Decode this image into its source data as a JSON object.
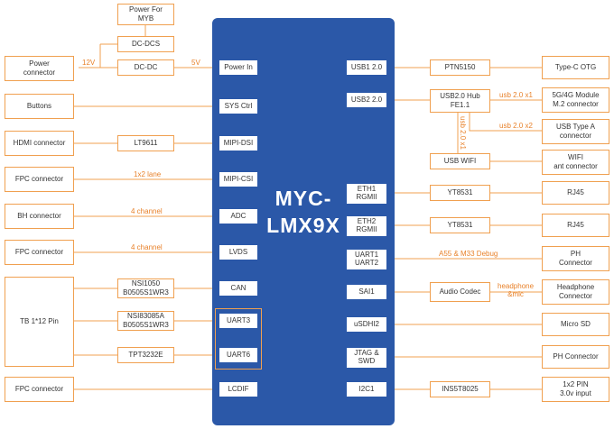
{
  "core": {
    "title": "MYC-\nLMX9X"
  },
  "left_pins": {
    "power_in": "Power In",
    "sys_ctrl": "SYS Ctrl",
    "mipi_dsi": "MIPI-DSI",
    "mipi_csi": "MIPI-CSI",
    "adc": "ADC",
    "lvds": "LVDS",
    "can": "CAN",
    "uart3": "UART3",
    "uart6": "UART6",
    "lcdif": "LCDIF"
  },
  "right_pins": {
    "usb1": "USB1 2.0",
    "usb2": "USB2 2.0",
    "eth1": "ETH1\nRGMII",
    "eth2": "ETH2\nRGMII",
    "uart12": "UART1\nUART2",
    "sai1": "SAI1",
    "usdhi2": "uSDHI2",
    "jtag": "JTAG &\nSWD",
    "i2c1": "I2C1"
  },
  "left_outer": {
    "power_connector": "Power\nconnector",
    "buttons": "Buttons",
    "hdmi": "HDMI connector",
    "fpc1": "FPC connector",
    "bh": "BH connector",
    "fpc2": "FPC connector",
    "tb": "TB 1*12 Pin",
    "fpc3": "FPC connector"
  },
  "left_mid": {
    "power_for_myb": "Power For\nMYB",
    "dc_dcs": "DC-DCS",
    "dc_dc": "DC-DC",
    "lt9611": "LT9611",
    "nsi1050": "NSI1050\nB0505S1WR3",
    "nsi83085": "NSI83085A\nB0505S1WR3",
    "tpt3232": "TPT3232E"
  },
  "right_mid": {
    "ptn5150": "PTN5150",
    "usb_hub": "USB2.0 Hub\nFE1.1",
    "usb_wifi": "USB WIFI",
    "yt8531_1": "YT8531",
    "yt8531_2": "YT8531",
    "audio_codec": "Audio Codec",
    "ins5t8025": "INS5T8025"
  },
  "right_outer": {
    "type_c": "Type-C OTG",
    "module_5g": "5G/4G Module\nM.2 connector",
    "usb_type_a": "USB Type A\nconnector",
    "wifi_ant": "WIFI\nant connector",
    "rj45_1": "RJ45",
    "rj45_2": "RJ45",
    "ph1": "PH\nConnector",
    "headphone": "Headphone\nConnector",
    "micro_sd": "Micro SD",
    "ph2": "PH Connector",
    "pin_1x2": "1x2 PIN\n3.0v input"
  },
  "labels": {
    "v12": "12V",
    "v5": "5V",
    "lane": "1x2 lane",
    "ch4_adc": "4 channel",
    "ch4_lvds": "4 channel",
    "usb_x1": "usb 2.0 x1",
    "usb_x2": "usb 2.0 x2",
    "usb_vert": "usb 2.0 x1",
    "debug": "A55 & M33 Debug",
    "headphone_mic": "headphone\n&mic"
  }
}
